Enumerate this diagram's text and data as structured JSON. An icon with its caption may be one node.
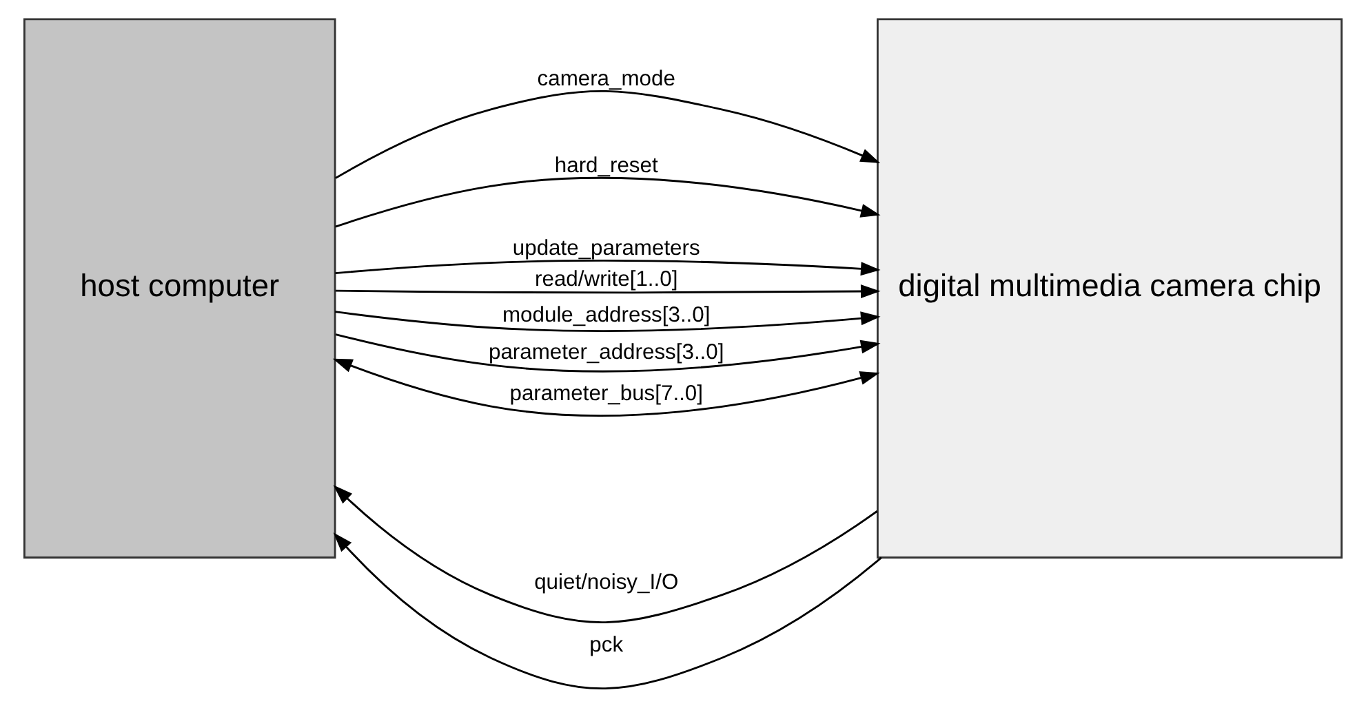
{
  "diagram": {
    "nodes": [
      {
        "text": [
          "host computer"
        ]
      },
      {
        "text": [
          "digital multimedia camera chip"
        ]
      }
    ],
    "edges": [
      {
        "from": 0,
        "to": 1,
        "arrow": "to",
        "label": "camera_mode"
      },
      {
        "from": 0,
        "to": 1,
        "arrow": "to",
        "label": "hard_reset"
      },
      {
        "from": 0,
        "to": 1,
        "arrow": "to",
        "label": "update_parameters"
      },
      {
        "from": 1,
        "to": 0,
        "arrow": "to",
        "label": "quiet/noisy_I/O"
      },
      {
        "from": 1,
        "to": 0,
        "arrow": "to",
        "label": "pck"
      },
      {
        "from": 0,
        "to": 1,
        "arrow": "to",
        "label": "read/write[1..0]"
      },
      {
        "from": 0,
        "to": 1,
        "arrow": "to",
        "label": "module_address[3..0]"
      },
      {
        "from": 0,
        "to": 1,
        "arrow": "to",
        "label": "parameter_address[3..0]"
      },
      {
        "from": 0,
        "to": 1,
        "arrow": "both",
        "label": "parameter_bus[7..0]"
      }
    ]
  }
}
